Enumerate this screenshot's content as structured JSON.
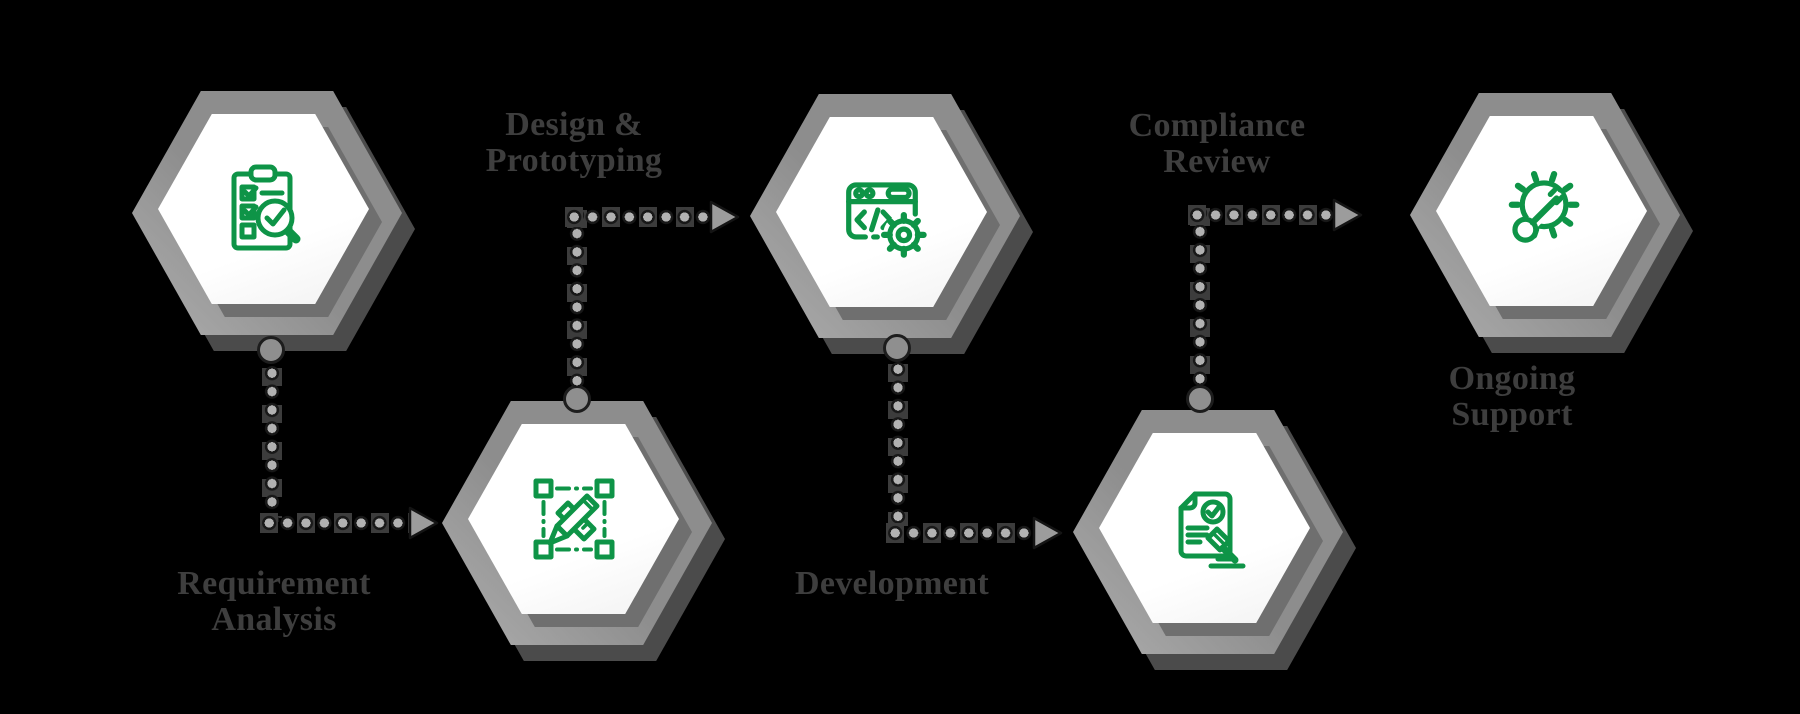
{
  "diagram": {
    "background_color": "#000000",
    "icon_green": "#0e9447",
    "hex_frame_color": "#8d8d8d",
    "hex_shadow_color": "#4b4b4b",
    "label_color": "#3e3e3e",
    "connector_dot_color": "#b2b2b2",
    "connector_dash_color": "#3c3c3c",
    "steps": [
      {
        "id": 1,
        "label": "Requirement Analysis",
        "line1": "Requirement",
        "line2": "Analysis",
        "icon": "checklist-magnifier-icon"
      },
      {
        "id": 2,
        "label": "Design & Prototyping",
        "line1": "Design &",
        "line2": "Prototyping",
        "icon": "pencil-ruler-selection-icon"
      },
      {
        "id": 3,
        "label": "Development",
        "line1": "Development",
        "line2": "",
        "icon": "browser-code-gear-icon"
      },
      {
        "id": 4,
        "label": "Compliance Review",
        "line1": "Compliance",
        "line2": "Review",
        "icon": "document-gavel-icon"
      },
      {
        "id": 5,
        "label": "Ongoing Support",
        "line1": "Ongoing",
        "line2": "Support",
        "icon": "gear-key-icon"
      }
    ]
  }
}
